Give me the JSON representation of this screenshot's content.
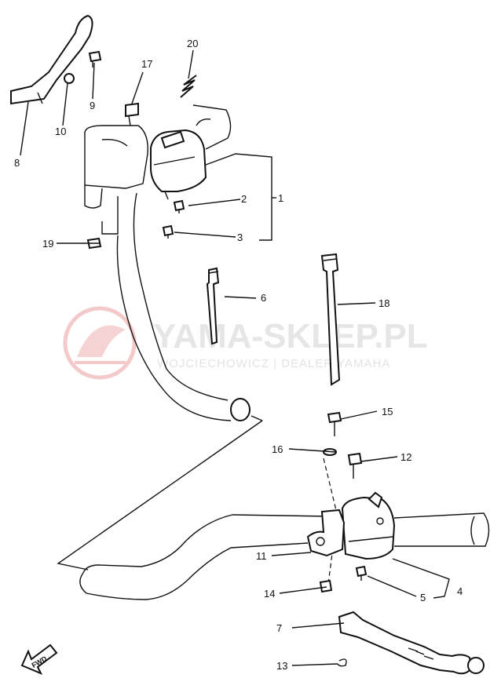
{
  "watermark": {
    "title": "YAMA-SKLEP.PL",
    "subtitle": "WOJCIECHOWICZ | DEALER YAMAHA",
    "logo": "yamaha-tuning-fork-logo"
  },
  "direction_marker": "FWD",
  "callouts": {
    "c1": "1",
    "c2": "2",
    "c3": "3",
    "c4": "4",
    "c5": "5",
    "c6": "6",
    "c7": "7",
    "c8": "8",
    "c9": "9",
    "c10": "10",
    "c11": "11",
    "c12": "12",
    "c13": "13",
    "c14": "14",
    "c15": "15",
    "c16": "16",
    "c17": "17",
    "c18": "18",
    "c19": "19",
    "c20": "20"
  }
}
